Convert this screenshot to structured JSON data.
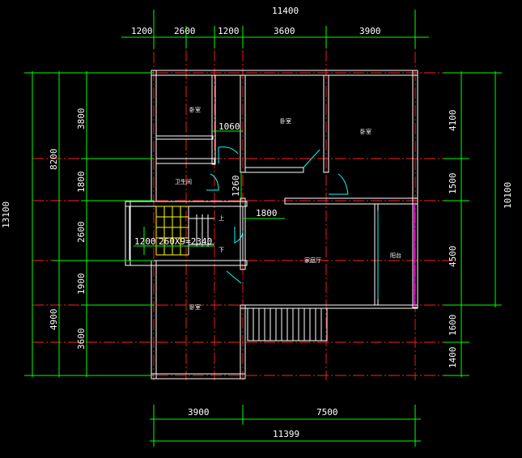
{
  "dimensions": {
    "top_total": "11400",
    "top_segments": [
      "1200",
      "2600",
      "1200",
      "3600",
      "3900"
    ],
    "bottom_segments": [
      "3900",
      "7500"
    ],
    "bottom_total": "11399",
    "left_total": "13100",
    "left_mid": [
      "8200",
      "4900"
    ],
    "left_segments": [
      "3800",
      "1800",
      "2600",
      "1900",
      "3600"
    ],
    "right_total": "10100",
    "right_segments": [
      "4100",
      "1500",
      "4500",
      "1600",
      "1400"
    ],
    "inner": [
      "1060",
      "1260",
      "1800",
      "1200",
      "260X9=2340"
    ]
  },
  "rooms": {
    "bedroom_nw": "卧室",
    "bedroom_n": "卧室",
    "bedroom_ne": "卧室",
    "bathroom": "卫生间",
    "family_hall": "家庭厅",
    "balcony": "阳台",
    "bedroom_sw": "卧室"
  },
  "stair_labels": {
    "up": "上",
    "down": "下"
  },
  "colors": {
    "background": "#000000",
    "dimension": "#00ff00",
    "axis": "#ff2020",
    "wall": "#ffffff",
    "door": "#00ffff",
    "stair": "#ffff00",
    "balcony_edge": "#ff00ff"
  }
}
